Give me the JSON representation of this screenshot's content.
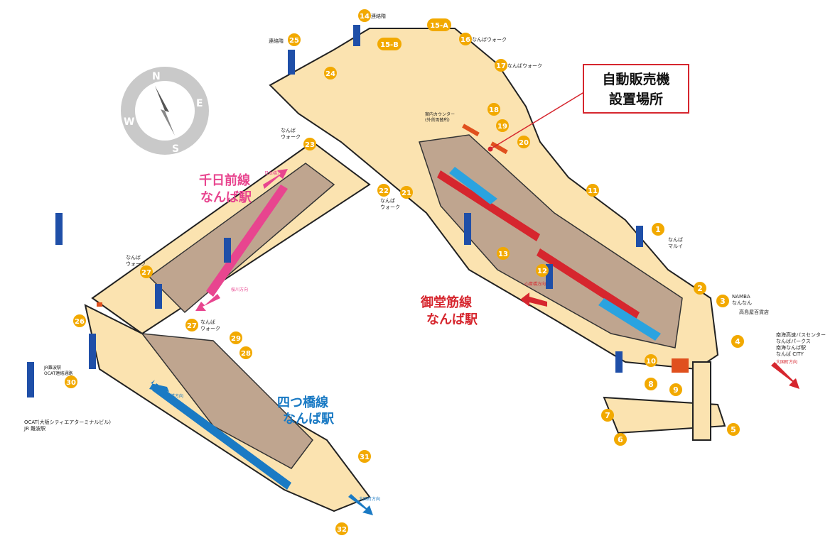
{
  "callout": {
    "line1": "自動販売機",
    "line2": "設置場所"
  },
  "stations": {
    "sennichimae": {
      "line": "千日前線",
      "station": "なんば駅",
      "color": "#e8458f"
    },
    "midosuji": {
      "line": "御堂筋線",
      "station": "なんば駅",
      "color": "#d6262e"
    },
    "yotsubashi": {
      "line": "四つ橋線",
      "station": "なんば駅",
      "color": "#1a7ac4"
    }
  },
  "compass": {
    "n": "N",
    "e": "E",
    "s": "S",
    "w": "W"
  },
  "exits": [
    {
      "id": "1"
    },
    {
      "id": "2"
    },
    {
      "id": "3"
    },
    {
      "id": "4"
    },
    {
      "id": "5"
    },
    {
      "id": "6"
    },
    {
      "id": "7"
    },
    {
      "id": "8"
    },
    {
      "id": "9"
    },
    {
      "id": "10"
    },
    {
      "id": "11"
    },
    {
      "id": "12"
    },
    {
      "id": "13"
    },
    {
      "id": "14"
    },
    {
      "id": "15-A"
    },
    {
      "id": "15-B"
    },
    {
      "id": "16"
    },
    {
      "id": "17"
    },
    {
      "id": "18"
    },
    {
      "id": "19"
    },
    {
      "id": "20"
    },
    {
      "id": "21"
    },
    {
      "id": "22"
    },
    {
      "id": "23"
    },
    {
      "id": "24"
    },
    {
      "id": "25"
    },
    {
      "id": "26"
    },
    {
      "id": "27"
    },
    {
      "id": "27"
    },
    {
      "id": "28"
    },
    {
      "id": "29"
    },
    {
      "id": "30"
    },
    {
      "id": "31"
    },
    {
      "id": "32"
    }
  ],
  "places": {
    "walk14": "連絡階",
    "walk25": "連絡階",
    "walk16": "なんばウォーク",
    "walk17": "なんばウォーク",
    "walk23": "なんば\nウォーク",
    "walk21": "なんば\nウォーク",
    "walk27a": "なんば\nウォーク",
    "walk27b": "なんば\nウォーク",
    "marui": "なんば\nマルイ",
    "nannan": "NAMBA\nなんなん",
    "takashimaya": "高島屋百貨店",
    "nankai": [
      "南海高速バスセンター",
      "なんばパークス",
      "南海なんば駅",
      "なんば CITY"
    ],
    "ocat": [
      "OCAT(大阪シティエアターミナルビル)",
      "JR 難波駅"
    ],
    "info_counter": [
      "案内カウンター",
      "(外貨両替所)"
    ],
    "jr_ocat": "JR難波駅\nOCAT連絡通路"
  },
  "directions": {
    "nipponbashi": "日本橋方向",
    "sakuragawa": "桜川方向",
    "shinsaibashi": "心斎橋方向",
    "daikokucho_m": "大国町方向",
    "yotsubashi_dir": "四ツ橋方向",
    "daikokucho_y": "大国町方向"
  },
  "colors": {
    "floor": "#fbe3b0",
    "platform": "#bfa58f",
    "badge": "#f2a900",
    "elevator": "#1f4fa8",
    "vending": "#e0501e"
  }
}
